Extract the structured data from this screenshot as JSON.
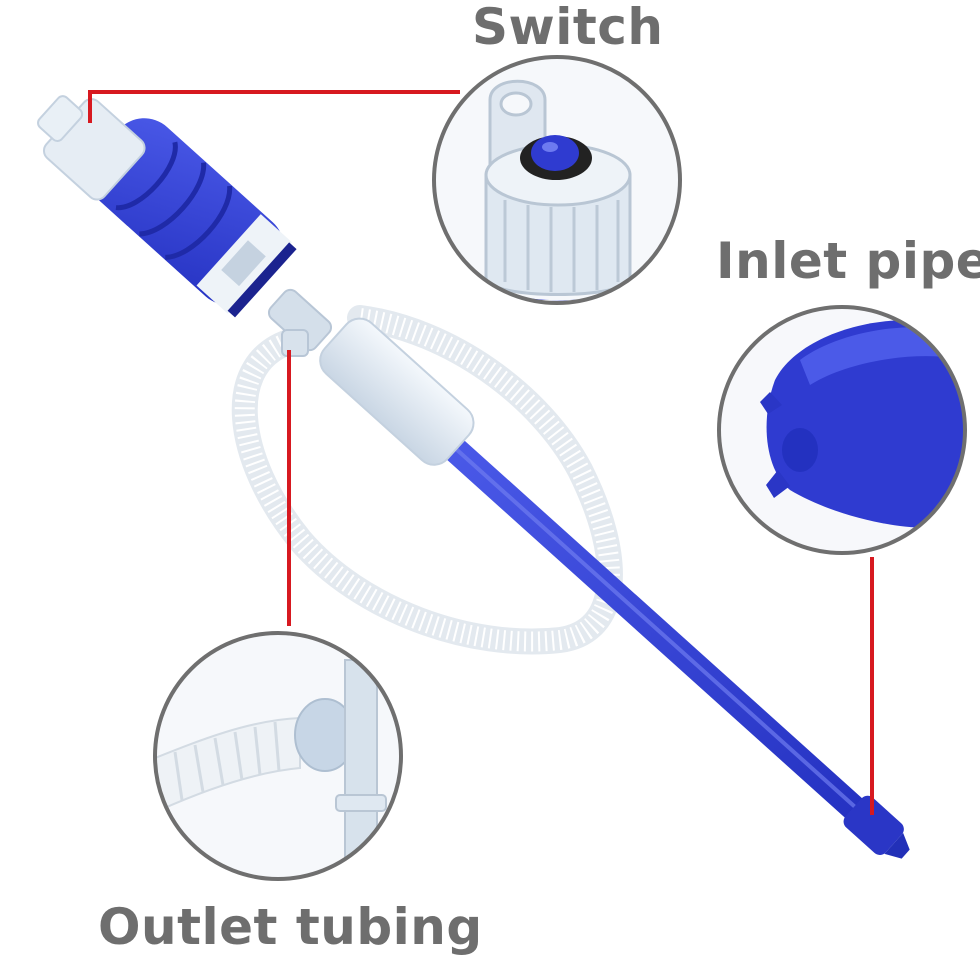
{
  "labels": {
    "switch": "Switch",
    "inlet_pipe": "Inlet pipe",
    "outlet_tubing": "Outlet tubing"
  },
  "colors": {
    "label_text": "#6e6e6e",
    "leader_line": "#d71920",
    "circle_border": "#6f6f6f",
    "pump_blue": "#2f3bd0",
    "pump_blue_light": "#4a59e8",
    "pump_white": "#dde7f1",
    "tube_white": "#eef2f6"
  },
  "icons": {
    "product": "electric-siphon-pump-icon",
    "switch_detail": "push-switch-cap-icon",
    "inlet_detail": "inlet-nozzle-icon",
    "outlet_detail": "outlet-hose-connector-icon"
  }
}
